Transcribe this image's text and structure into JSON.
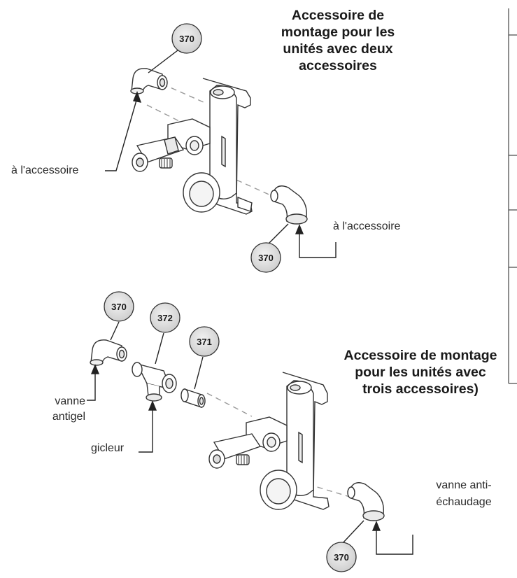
{
  "diagram": {
    "top": {
      "title": "Accessoire de montage pour les unités avec deux accessoires",
      "labels": {
        "left": "à l'accessoire",
        "right": "à l'accessoire"
      },
      "callouts": {
        "top_left": "370",
        "bottom_right": "370"
      }
    },
    "bottom": {
      "title": "Accessoire de montage pour les unités avec trois accessoires)",
      "labels": {
        "antigel": "vanne antigel",
        "gicleur": "gicleur",
        "anti_scald": "vanne anti-échaudage"
      },
      "callouts": {
        "elbow": "370",
        "tee": "372",
        "sleeve": "371",
        "bottom_right": "370"
      }
    }
  }
}
